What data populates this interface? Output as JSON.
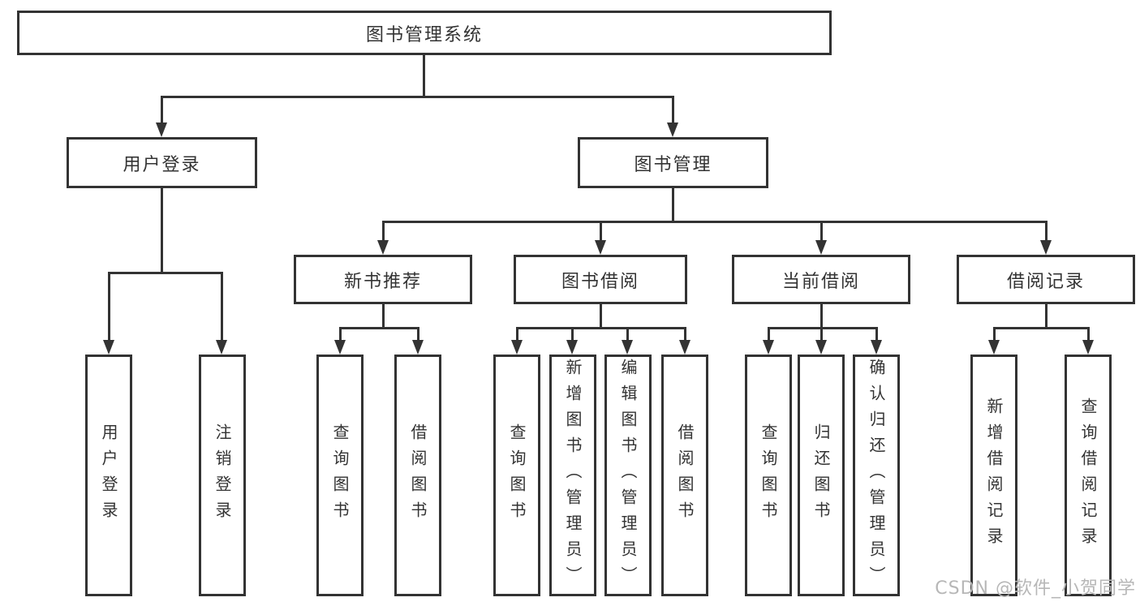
{
  "tree": {
    "root": {
      "label": "图书管理系统",
      "children": [
        {
          "label": "用户登录",
          "children": [
            {
              "label": "用户登录"
            },
            {
              "label": "注销登录"
            }
          ]
        },
        {
          "label": "图书管理",
          "children": [
            {
              "label": "新书推荐",
              "children": [
                {
                  "label": "查询图书"
                },
                {
                  "label": "借阅图书"
                }
              ]
            },
            {
              "label": "图书借阅",
              "children": [
                {
                  "label": "查询图书"
                },
                {
                  "label": "新增图书（管理员）"
                },
                {
                  "label": "编辑图书（管理员）"
                },
                {
                  "label": "借阅图书"
                }
              ]
            },
            {
              "label": "当前借阅",
              "children": [
                {
                  "label": "查询图书"
                },
                {
                  "label": "归还图书"
                },
                {
                  "label": "确认归还（管理员）"
                }
              ]
            },
            {
              "label": "借阅记录",
              "children": [
                {
                  "label": "新增借阅记录"
                },
                {
                  "label": "查询借阅记录"
                }
              ]
            }
          ]
        }
      ]
    }
  },
  "watermark": {
    "text": "CSDN @软件_小贺同学"
  },
  "colors": {
    "line": "#333333",
    "border": "#333333",
    "text": "#333333",
    "watermark": "#b7b7b7",
    "background": "#ffffff"
  }
}
